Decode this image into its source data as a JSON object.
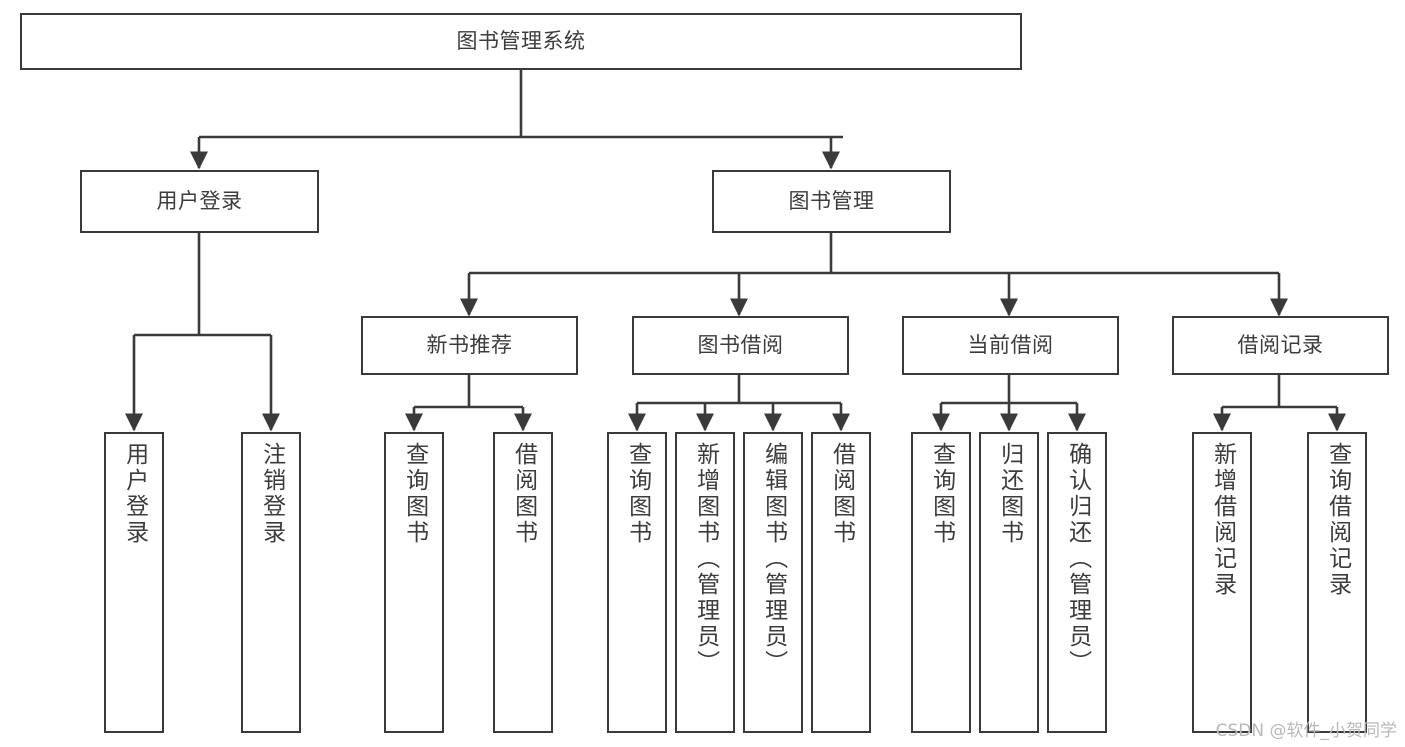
{
  "diagram": {
    "type": "tree-hierarchy",
    "title": "图书管理系统",
    "accent_color": "#3a3a3a",
    "text_color": "#3c3c3c",
    "background_color": "#ffffff",
    "nodes": {
      "root": {
        "label": "图书管理系统",
        "level": 0,
        "orientation": "horizontal"
      },
      "l1": [
        {
          "id": "user-login",
          "label": "用户登录",
          "level": 1,
          "orientation": "horizontal"
        },
        {
          "id": "book-manage",
          "label": "图书管理",
          "level": 1,
          "orientation": "horizontal"
        }
      ],
      "l2": [
        {
          "id": "new-book-rec",
          "label": "新书推荐",
          "level": 2,
          "orientation": "horizontal",
          "parent": "book-manage"
        },
        {
          "id": "book-borrow",
          "label": "图书借阅",
          "level": 2,
          "orientation": "horizontal",
          "parent": "book-manage"
        },
        {
          "id": "current-borrow",
          "label": "当前借阅",
          "level": 2,
          "orientation": "horizontal",
          "parent": "book-manage"
        },
        {
          "id": "borrow-record",
          "label": "借阅记录",
          "level": 2,
          "orientation": "horizontal",
          "parent": "book-manage"
        }
      ],
      "leaves": [
        {
          "id": "leaf-user-login",
          "label": "用户登录",
          "parent": "user-login",
          "orientation": "vertical"
        },
        {
          "id": "leaf-user-logout",
          "label": "注销登录",
          "parent": "user-login",
          "orientation": "vertical"
        },
        {
          "id": "leaf-rec-query-book",
          "label": "查询图书",
          "parent": "new-book-rec",
          "orientation": "vertical"
        },
        {
          "id": "leaf-rec-borrow-book",
          "label": "借阅图书",
          "parent": "new-book-rec",
          "orientation": "vertical"
        },
        {
          "id": "leaf-borrow-query-book",
          "label": "查询图书",
          "parent": "book-borrow",
          "orientation": "vertical"
        },
        {
          "id": "leaf-borrow-add-book",
          "label": "新增图书（管理员）",
          "parent": "book-borrow",
          "orientation": "vertical"
        },
        {
          "id": "leaf-borrow-edit-book",
          "label": "编辑图书（管理员）",
          "parent": "book-borrow",
          "orientation": "vertical"
        },
        {
          "id": "leaf-borrow-borrow-book",
          "label": "借阅图书",
          "parent": "book-borrow",
          "orientation": "vertical"
        },
        {
          "id": "leaf-cur-query-book",
          "label": "查询图书",
          "parent": "current-borrow",
          "orientation": "vertical"
        },
        {
          "id": "leaf-cur-return-book",
          "label": "归还图书",
          "parent": "current-borrow",
          "orientation": "vertical"
        },
        {
          "id": "leaf-cur-confirm-return",
          "label": "确认归还（管理员）",
          "parent": "current-borrow",
          "orientation": "vertical"
        },
        {
          "id": "leaf-rec-add-record",
          "label": "新增借阅记录",
          "parent": "borrow-record",
          "orientation": "vertical"
        },
        {
          "id": "leaf-rec-query-record",
          "label": "查询借阅记录",
          "parent": "borrow-record",
          "orientation": "vertical"
        }
      ]
    }
  },
  "watermark": {
    "text": "CSDN @软件_小贺同学"
  }
}
